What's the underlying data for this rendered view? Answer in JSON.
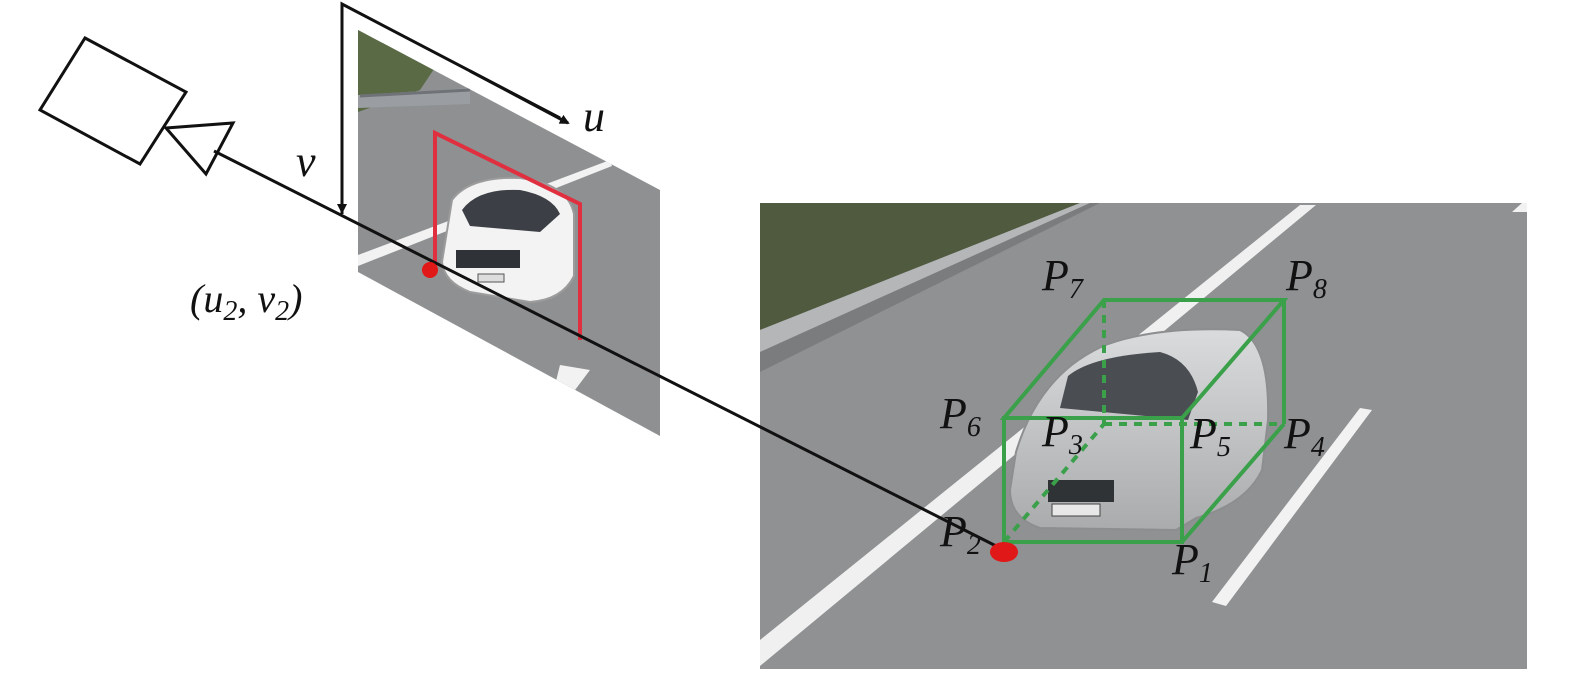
{
  "labels": {
    "axis_u": "u",
    "axis_v": "v",
    "image_point": {
      "open": "(",
      "u": "u",
      "u_sub": "2",
      "sep": ", ",
      "v": "v",
      "v_sub": "2",
      "close": ")"
    },
    "points": [
      {
        "base": "P",
        "sub": "1"
      },
      {
        "base": "P",
        "sub": "2"
      },
      {
        "base": "P",
        "sub": "3"
      },
      {
        "base": "P",
        "sub": "4"
      },
      {
        "base": "P",
        "sub": "5"
      },
      {
        "base": "P",
        "sub": "6"
      },
      {
        "base": "P",
        "sub": "7"
      },
      {
        "base": "P",
        "sub": "8"
      }
    ]
  },
  "colors": {
    "line": "#111111",
    "box_2d": "#e03040",
    "box_3d": "#3aa04a",
    "point": "#e01818",
    "road": "#8f9193",
    "grass": "#4f5a3f",
    "lane_mark": "#f2f2f2",
    "car_small": "#f3f3f3",
    "car_large": "#c6c8ca"
  },
  "icons": [
    "camera-icon"
  ]
}
